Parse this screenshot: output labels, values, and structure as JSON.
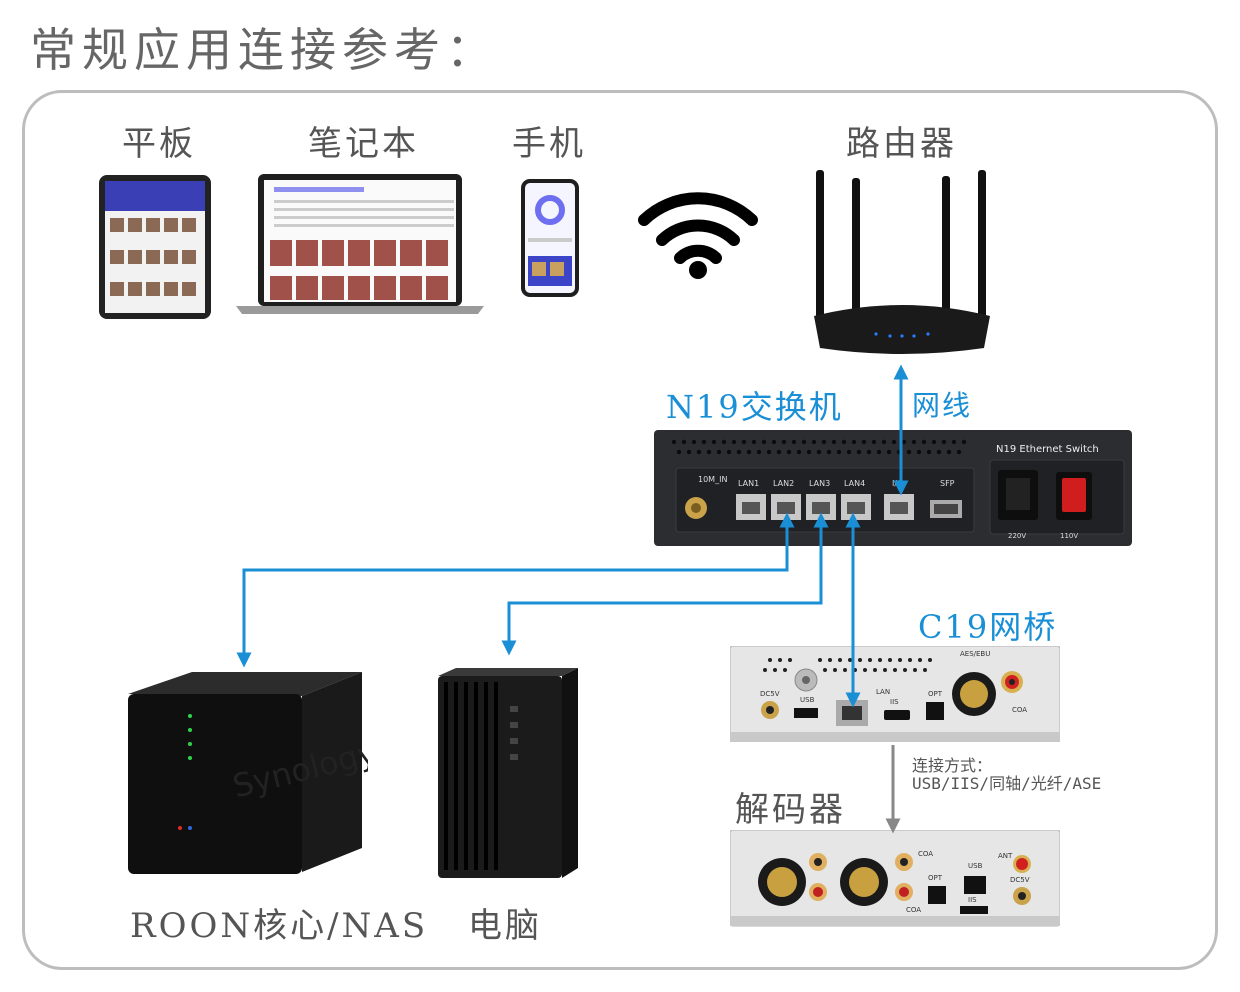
{
  "title": "常规应用连接参考：",
  "devices": {
    "tablet": "平板",
    "laptop": "笔记本",
    "phone": "手机",
    "router": "路由器",
    "nas": "ROON核心/NAS",
    "pc": "电脑",
    "decoder": "解码器"
  },
  "switch": {
    "name": "N19交换机",
    "cable": "网线",
    "panel_title": "N19 Ethernet Switch",
    "ports": [
      "10M_IN",
      "LAN1",
      "LAN2",
      "LAN3",
      "LAN4",
      "I/O",
      "SFP"
    ],
    "voltage": [
      "220V",
      "110V"
    ]
  },
  "bridge": {
    "name": "C19网桥",
    "ports": [
      "DC5V",
      "USB",
      "LAN",
      "IIS",
      "OPT",
      "AES/EBU",
      "COA"
    ]
  },
  "connection": {
    "line1": "连接方式：",
    "line2": "USB/IIS/同轴/光纤/ASE"
  },
  "decoder_panel": {
    "ports": [
      "COA",
      "OPT",
      "USB",
      "IIS",
      "ANT",
      "DC5V",
      "COA"
    ]
  },
  "nas_brand": "Synology",
  "colors": {
    "link_blue": "#1a8fd6",
    "link_gray": "#888888"
  }
}
